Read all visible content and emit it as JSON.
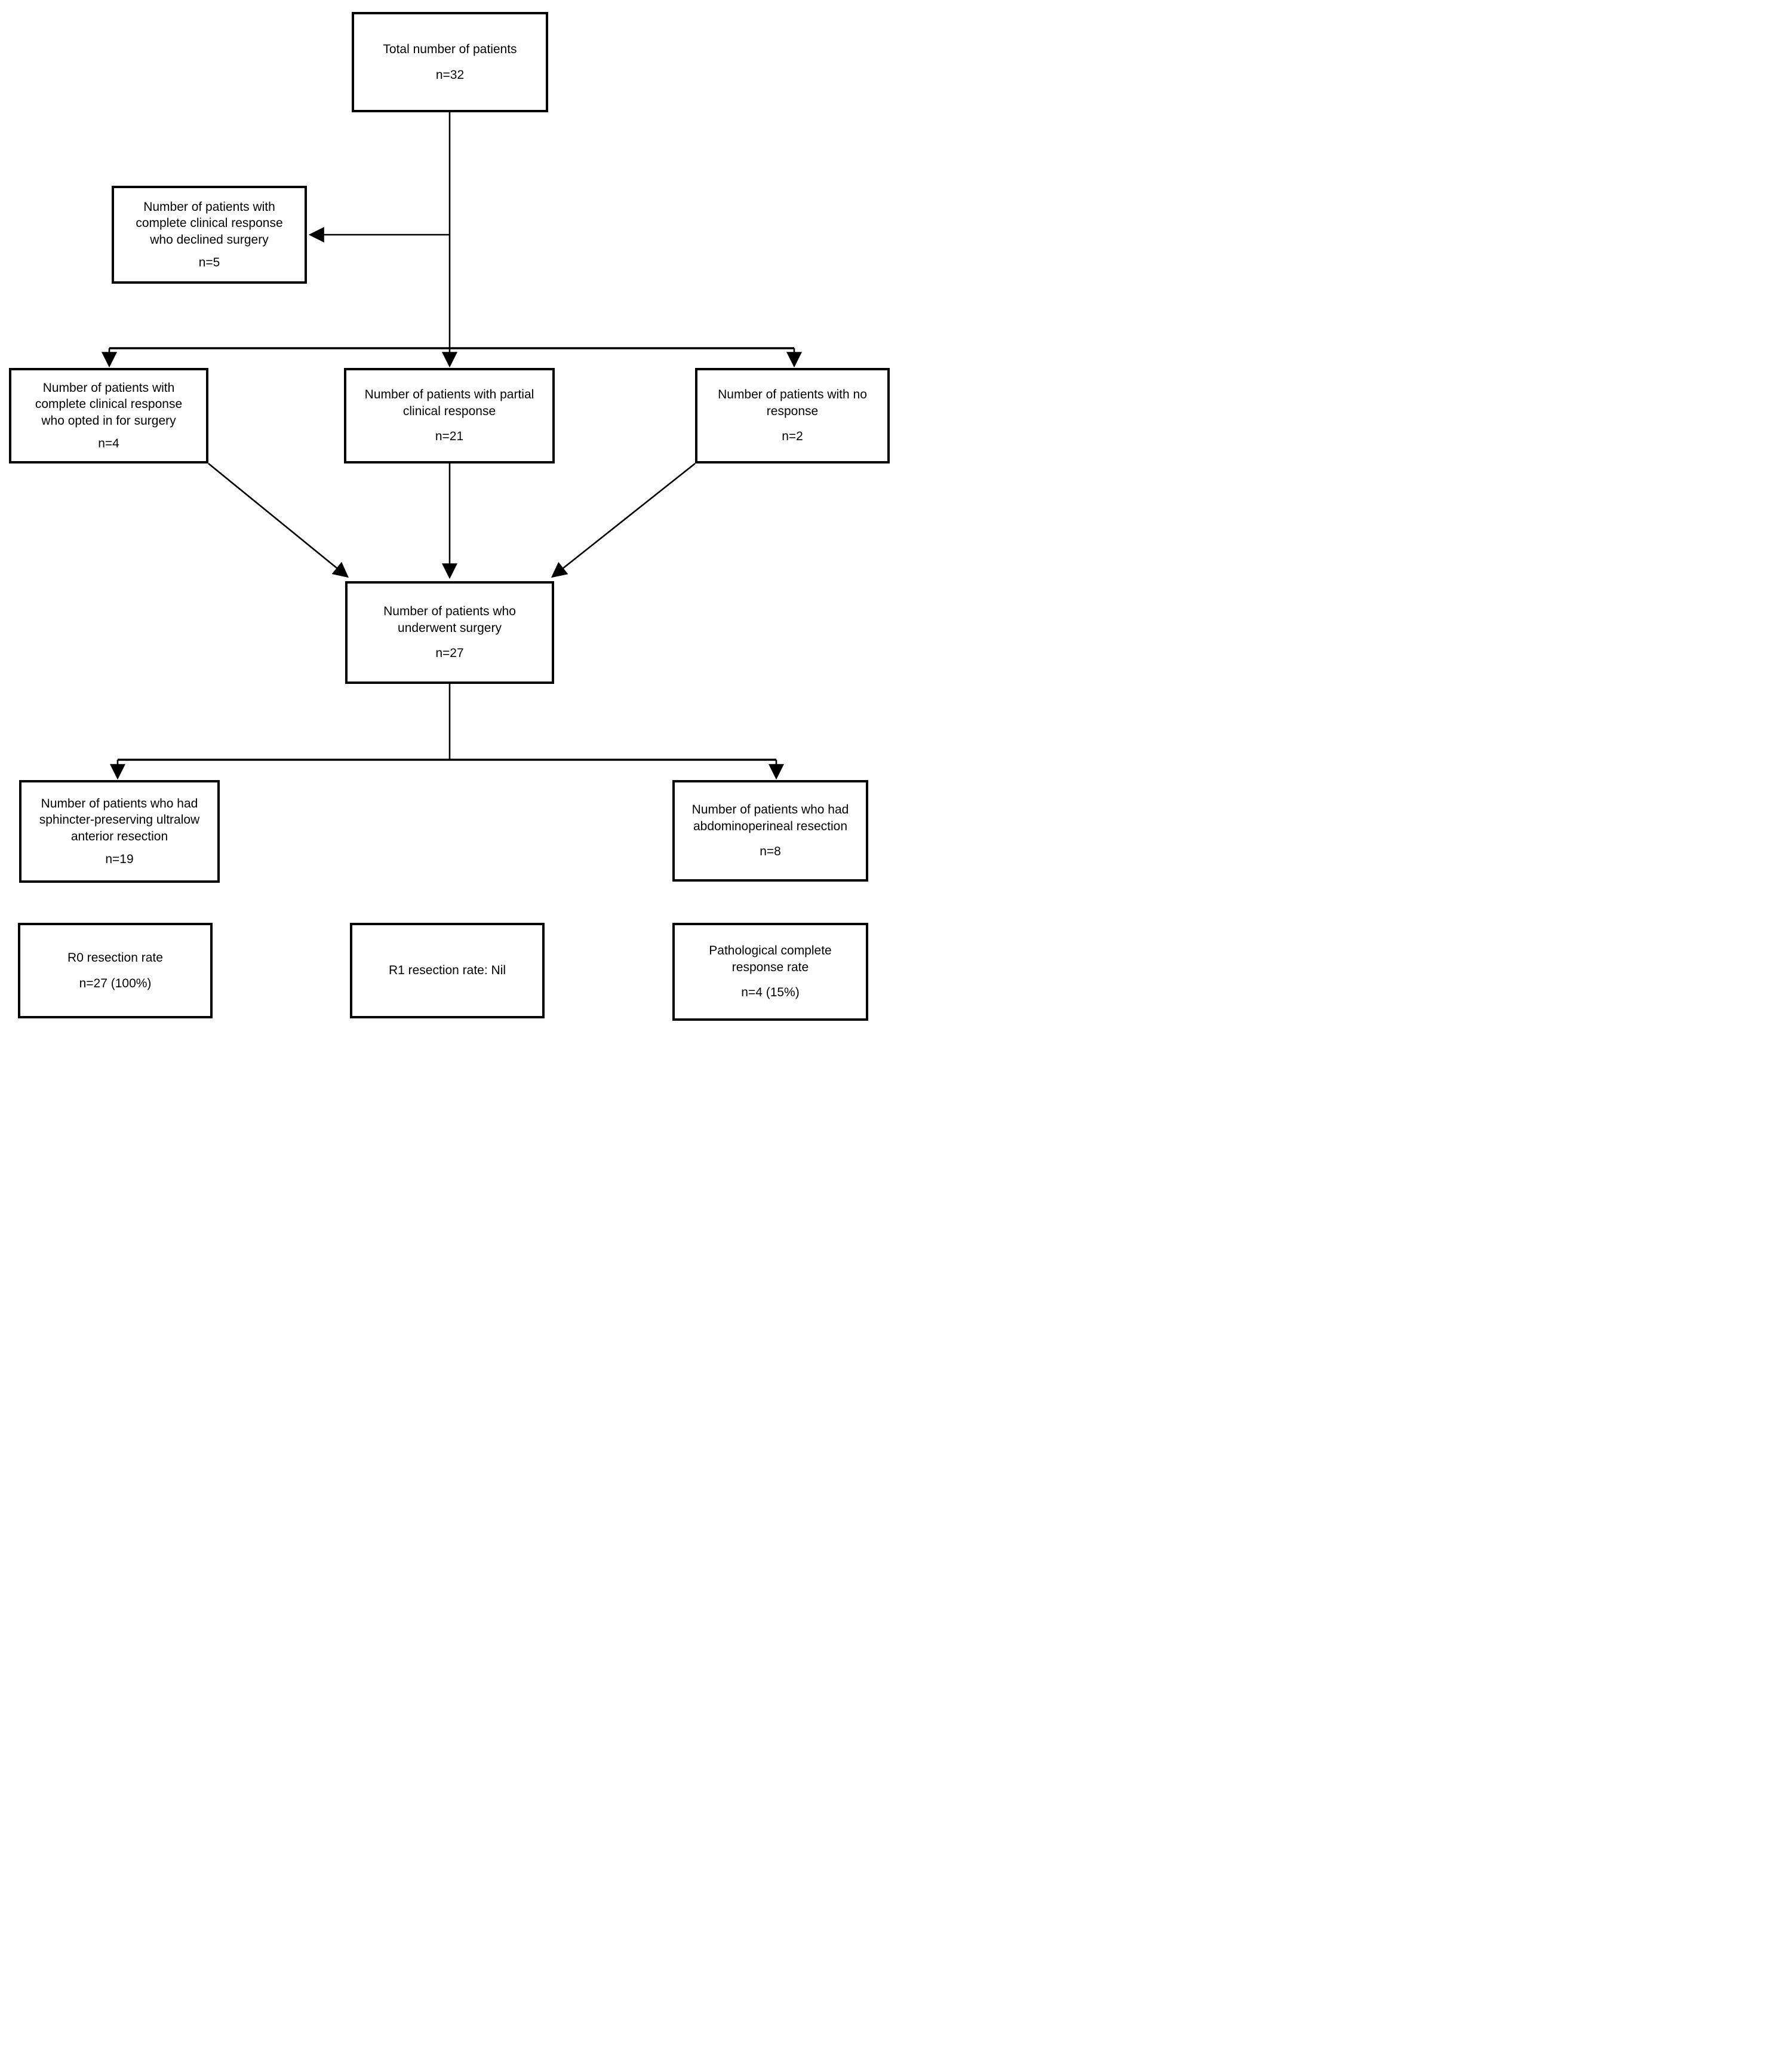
{
  "figure": {
    "type": "patient-flowchart",
    "colors": {
      "box_border": "#000000",
      "box_background": "#ffffff",
      "text": "#000000",
      "arrow": "#000000"
    }
  },
  "diagram": {
    "total": {
      "label": "Total number of patients",
      "value": "n=32"
    },
    "declined": {
      "label": "Number of patients with complete clinical response who declined surgery",
      "value": "n=5"
    },
    "ccr_surgery": {
      "label": "Number of patients with complete clinical response who opted in for surgery",
      "value": "n=4"
    },
    "partial": {
      "label": "Number of patients with partial clinical response",
      "value": "n=21"
    },
    "no_response": {
      "label": "Number of patients with no response",
      "value": "n=2"
    },
    "underwent": {
      "label": "Number of patients who underwent surgery",
      "value": "n=27"
    },
    "ultralow": {
      "label": "Number of patients who had sphincter-preserving ultralow anterior resection",
      "value": "n=19"
    },
    "apr": {
      "label": "Number of patients who had abdominoperineal resection",
      "value": "n=8"
    },
    "r0": {
      "label": "R0 resection rate",
      "value": "n=27 (100%)"
    },
    "r1": {
      "label": "R1 resection rate: Nil"
    },
    "pcr": {
      "label": "Pathological complete response rate",
      "value": "n=4 (15%)"
    }
  },
  "edges": [
    {
      "from": "total",
      "to": "declined"
    },
    {
      "from": "total",
      "to": "ccr_surgery"
    },
    {
      "from": "total",
      "to": "partial"
    },
    {
      "from": "total",
      "to": "no_response"
    },
    {
      "from": "ccr_surgery",
      "to": "underwent"
    },
    {
      "from": "partial",
      "to": "underwent"
    },
    {
      "from": "no_response",
      "to": "underwent"
    },
    {
      "from": "underwent",
      "to": "ultralow"
    },
    {
      "from": "underwent",
      "to": "apr"
    }
  ]
}
